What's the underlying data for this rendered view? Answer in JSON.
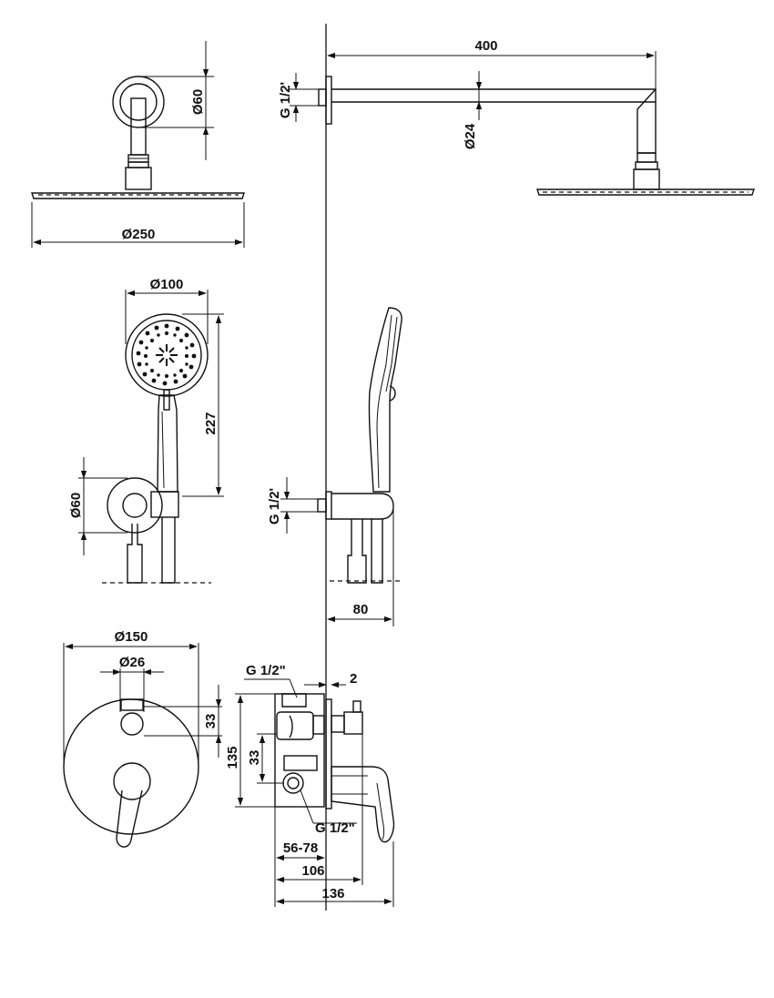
{
  "colors": {
    "line": "#111111",
    "background": "#ffffff"
  },
  "rain_shower": {
    "arm_length": "400",
    "wall_connection": "G 1/2'",
    "pipe_diameter": "Ø24",
    "flange_diameter": "Ø60",
    "head_diameter": "Ø250"
  },
  "hand_shower": {
    "head_diameter": "Ø100",
    "length": "227",
    "bracket_diameter": "Ø60",
    "wall_connection": "G 1/2'",
    "projection": "80"
  },
  "mixer": {
    "rosette_diameter": "Ø150",
    "knob_diameter": "Ø26",
    "knob_offset": "33",
    "inlet_top": "G 1/2\"",
    "inlet_bottom": "G 1/2\"",
    "rosette_gap": "2",
    "body_height": "135",
    "outlet_spacing": "33",
    "install_depth": "56-78",
    "depth_106": "106",
    "depth_136": "136"
  }
}
